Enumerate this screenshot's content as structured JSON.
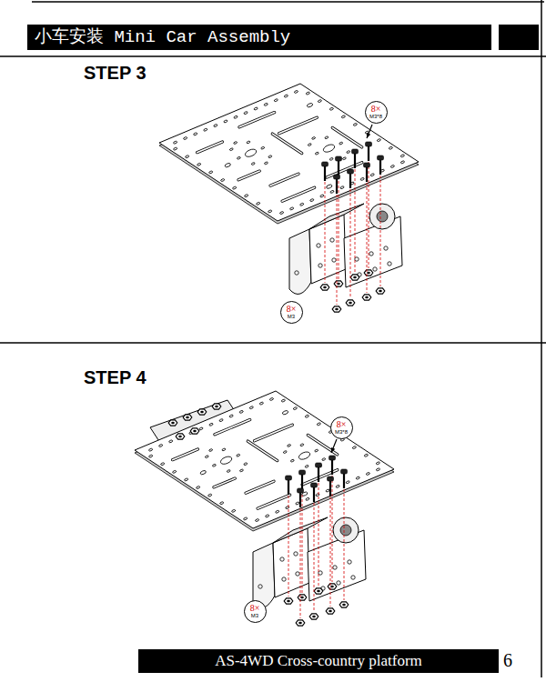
{
  "diagram": {
    "title": "小车安装 Mini Car Assembly",
    "caption": "AS-4WD Cross-country platform",
    "nodes": [
      {
        "text": [
          "8×",
          "M3*8"
        ]
      },
      {
        "text": [
          "8×",
          "M3"
        ]
      },
      {
        "text": [
          "8×",
          "M3*8"
        ]
      },
      {
        "text": [
          "8×",
          "M3"
        ]
      }
    ],
    "labels": [
      "STEP 3",
      "STEP 4",
      "6"
    ]
  }
}
